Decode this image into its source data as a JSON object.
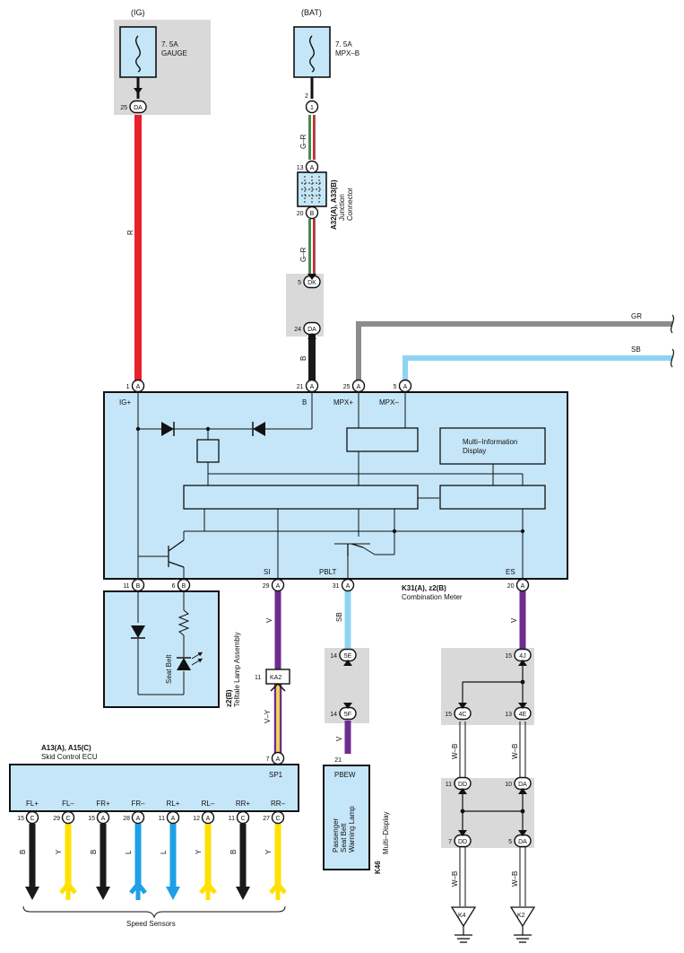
{
  "power": {
    "ig": {
      "label": "(IG)",
      "amp": "7. 5A",
      "name": "GAUGE"
    },
    "bat": {
      "label": "(BAT)",
      "amp": "7. 5A",
      "name": "MPX–B"
    }
  },
  "pins": {
    "ig_fuse": {
      "num": "25",
      "conn": "DA"
    },
    "bat_fuse": {
      "num": "2",
      "conn": "1"
    },
    "jc_top": {
      "num": "13",
      "conn": "A"
    },
    "jc_bot": {
      "num": "20",
      "conn": "B"
    },
    "dk": {
      "num": "5",
      "conn": "DK"
    },
    "da24": {
      "num": "24",
      "conn": "DA"
    },
    "m_igp": {
      "num": "1",
      "conn": "A"
    },
    "m_b": {
      "num": "21",
      "conn": "A"
    },
    "m_mpxp": {
      "num": "25",
      "conn": "A"
    },
    "m_mpxm": {
      "num": "5",
      "conn": "A"
    },
    "m11": {
      "num": "11",
      "conn": "B"
    },
    "m6": {
      "num": "6",
      "conn": "B"
    },
    "m29": {
      "num": "29",
      "conn": "A"
    },
    "m31": {
      "num": "31",
      "conn": "A"
    },
    "m20": {
      "num": "20",
      "conn": "A"
    },
    "ka2": {
      "num": "11",
      "conn": "KA2"
    },
    "sp1": {
      "num": "7",
      "conn": "A"
    },
    "e5e": {
      "num": "14",
      "conn": "5E"
    },
    "e5f": {
      "num": "14",
      "conn": "5F"
    },
    "pbew": {
      "num": "21"
    },
    "j4j": {
      "num": "15",
      "conn": "4J"
    },
    "j4c": {
      "num": "15",
      "conn": "4C"
    },
    "j4e": {
      "num": "13",
      "conn": "4E"
    },
    "jdd1": {
      "num": "11",
      "conn": "DD"
    },
    "jda1": {
      "num": "10",
      "conn": "DA"
    },
    "jdd2": {
      "num": "7",
      "conn": "DD"
    },
    "jda2": {
      "num": "5",
      "conn": "DA"
    }
  },
  "wires": {
    "r": "R",
    "gr1": "G–R",
    "gr2": "G–R",
    "b": "B",
    "gr": "GR",
    "sb_top": "SB",
    "v_si": "V",
    "vy": "V–Y",
    "sb_pblt": "SB",
    "v_pbew": "V",
    "v_es": "V",
    "wb1": "W–B",
    "wb2": "W–B",
    "wb3": "W–B",
    "wb4": "W–B"
  },
  "junction_connector": {
    "code": "A32(A), A33(B)",
    "name": "Junction",
    "name2": "Connector"
  },
  "meter": {
    "code": "K31(A), z2(B)",
    "name": "Combination Meter",
    "terms": {
      "igp": "IG+",
      "b": "B",
      "mpxp": "MPX+",
      "mpxm": "MPX–",
      "si": "SI",
      "pblt": "PBLT",
      "es": "ES"
    },
    "mid_line1": "Multi–Information",
    "mid_line2": "Display"
  },
  "telltale": {
    "code": "z2(B)",
    "name": "Telltale Lamp Assembly",
    "lamp": "Seat Belt"
  },
  "skid": {
    "code": "A13(A), A15(C)",
    "name": "Skid Control ECU",
    "sp1": "SP1",
    "sensors": [
      {
        "term": "FL+",
        "num": "15",
        "conn": "C",
        "wire": "B",
        "color": "#1a1a1a",
        "dir": "down"
      },
      {
        "term": "FL–",
        "num": "29",
        "conn": "C",
        "wire": "Y",
        "color": "#ffe000",
        "dir": "up"
      },
      {
        "term": "FR+",
        "num": "15",
        "conn": "A",
        "wire": "B",
        "color": "#1a1a1a",
        "dir": "down"
      },
      {
        "term": "FR–",
        "num": "28",
        "conn": "A",
        "wire": "L",
        "color": "#1ea0e6",
        "dir": "up"
      },
      {
        "term": "RL+",
        "num": "11",
        "conn": "A",
        "wire": "L",
        "color": "#1ea0e6",
        "dir": "down"
      },
      {
        "term": "RL–",
        "num": "12",
        "conn": "A",
        "wire": "Y",
        "color": "#ffe000",
        "dir": "up"
      },
      {
        "term": "RR+",
        "num": "11",
        "conn": "C",
        "wire": "B",
        "color": "#1a1a1a",
        "dir": "down"
      },
      {
        "term": "RR–",
        "num": "27",
        "conn": "C",
        "wire": "Y",
        "color": "#ffe000",
        "dir": "up"
      }
    ],
    "footer": "Speed Sensors"
  },
  "multi_display": {
    "code": "K46",
    "name": "Multi–Display",
    "term": "PBEW",
    "l1": "Passenger",
    "l2": "Seat Belt",
    "l3": "Warning Lamp"
  },
  "grounds": {
    "k4": "K4",
    "k2": "K2"
  },
  "colors": {
    "fill": "#c5e6f8",
    "gray": "#d9d9d9",
    "red": "#e8202a",
    "black": "#1a1a1a",
    "gray_wire": "#8c8c8c",
    "sky": "#8fd3f4",
    "violet": "#6e2c91",
    "green": "#2a9d3a",
    "yellow": "#ffe000",
    "blue": "#1ea0e6"
  }
}
